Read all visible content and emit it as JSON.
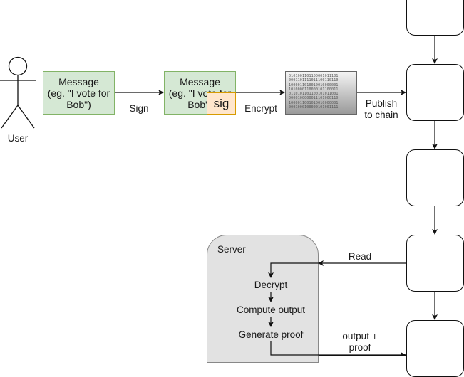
{
  "actor": {
    "name": "User",
    "icon": "stick-figure-icon"
  },
  "message_box": {
    "lines": [
      "Message",
      "(eg. \"I vote for",
      "Bob\")"
    ],
    "color": "#d5e8d4"
  },
  "signed_message_box": {
    "lines": [
      "Message",
      "(eg. \"I vote for",
      "Bob\")"
    ],
    "signature_label": "sig",
    "signature_color": "#ffe6cc"
  },
  "ciphertext": {
    "rows": [
      "0101001101100001011101",
      "0001101111011100110110",
      "1000011010010010000001",
      "1010000110000101100011",
      "0110101101100101011001",
      "0000100000011101000110",
      "1000011001010010000001",
      "0001000100000101001111"
    ]
  },
  "edges": {
    "sign": "Sign",
    "encrypt": "Encrypt",
    "publish": [
      "Publish",
      "to chain"
    ],
    "read": "Read",
    "output_proof": [
      "output +",
      "proof"
    ]
  },
  "server": {
    "title": "Server",
    "steps": [
      "Decrypt",
      "Compute output",
      "Generate proof"
    ]
  },
  "chain": {
    "block_count": 5
  }
}
